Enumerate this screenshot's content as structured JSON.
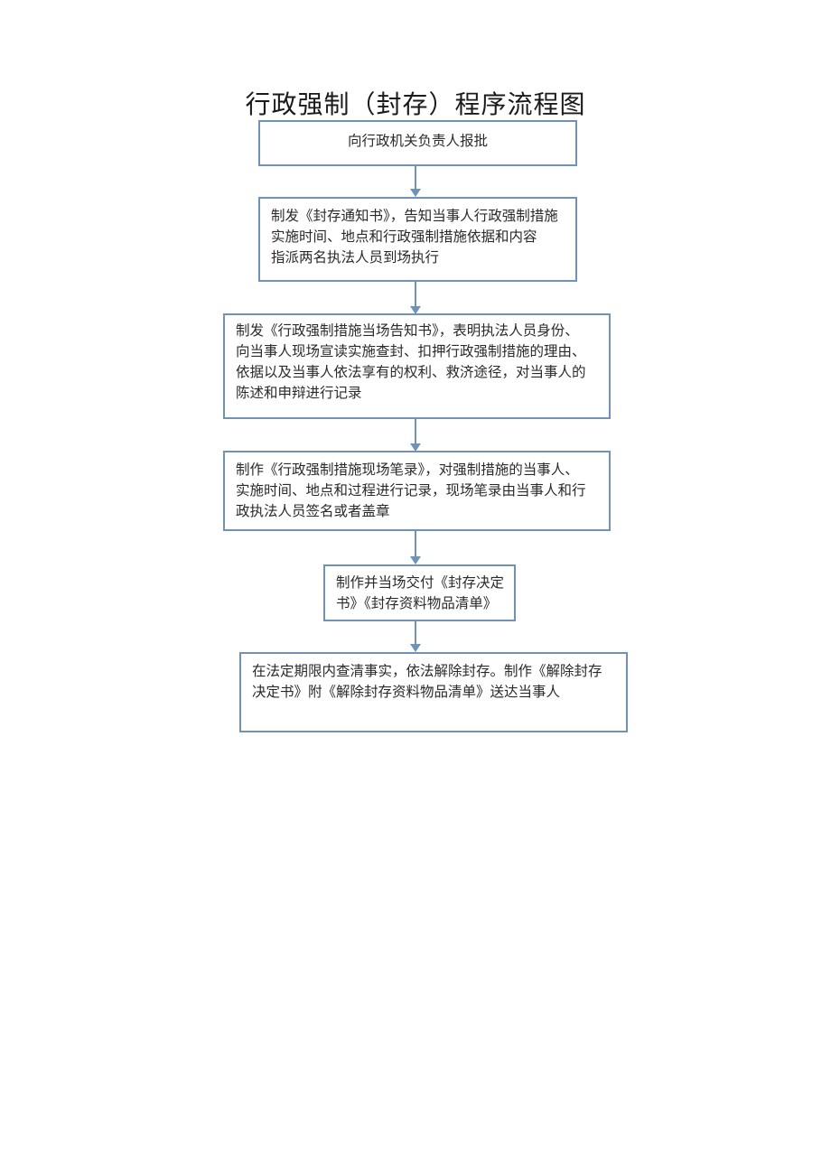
{
  "title": "行政强制（封存）程序流程图",
  "colors": {
    "box_border": "#6f93b8",
    "arrow": "#6f93b8",
    "text": "#2a2a2a"
  },
  "steps": [
    {
      "lines": [
        "向行政机关负责人报批"
      ]
    },
    {
      "lines": [
        "制发《封存通知书》，告知当事人行政强制措施",
        "实施时间、地点和行政强制措施依据和内容",
        "指派两名执法人员到场执行"
      ]
    },
    {
      "lines": [
        "制发《行政强制措施当场告知书》，表明执法人员身份、",
        "向当事人现场宣读实施查封、扣押行政强制措施的理由、",
        "依据以及当事人依法享有的权利、救济途径，对当事人的",
        "陈述和申辩进行记录"
      ]
    },
    {
      "lines": [
        "制作《行政强制措施现场笔录》，对强制措施的当事人、",
        "实施时间、地点和过程进行记录，现场笔录由当事人和行",
        "政执法人员签名或者盖章"
      ]
    },
    {
      "lines": [
        "制作并当场交付《封存决定",
        "书》《封存资料物品清单》"
      ]
    },
    {
      "lines": [
        "在法定期限内查清事实，依法解除封存。制作《解除封存",
        "决定书》附《解除封存资料物品清单》送达当事人"
      ]
    }
  ]
}
